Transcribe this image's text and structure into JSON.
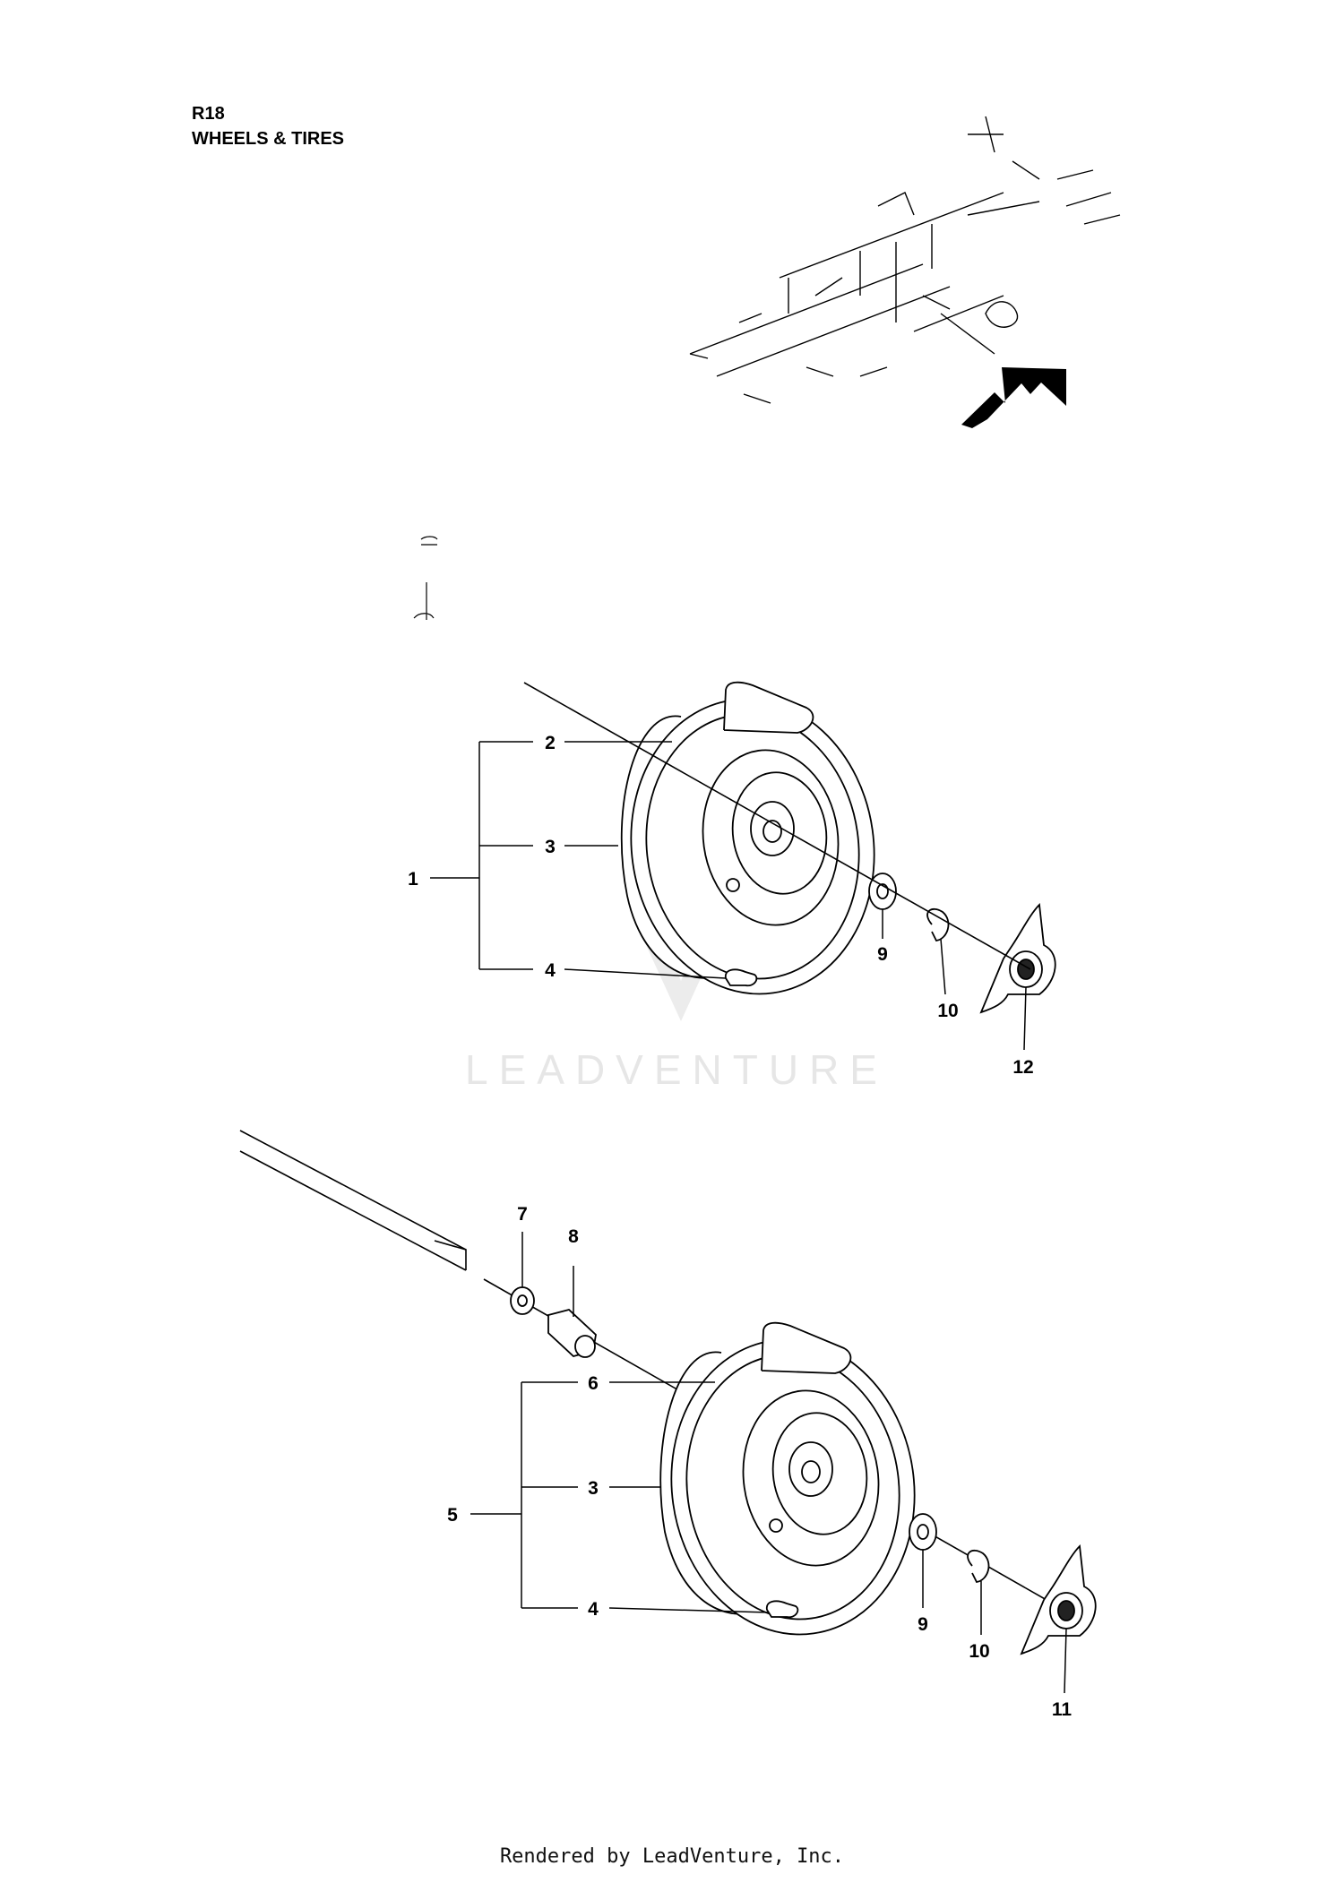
{
  "header": {
    "code": "R18",
    "title": "WHEELS & TIRES"
  },
  "watermark": "LEADVENTURE",
  "footer": "Rendered by LeadVenture, Inc.",
  "callouts": {
    "upper": {
      "c1": "1",
      "c2": "2",
      "c3": "3",
      "c4": "4",
      "c9": "9",
      "c10": "10",
      "c12": "12"
    },
    "lower": {
      "c5": "5",
      "c6": "6",
      "c3": "3",
      "c4": "4",
      "c7": "7",
      "c8": "8",
      "c9": "9",
      "c10": "10",
      "c11": "11"
    }
  },
  "colors": {
    "line": "#000000",
    "watermark": "#e6e6e6"
  },
  "icons": [
    "direction-arrow-icon"
  ]
}
